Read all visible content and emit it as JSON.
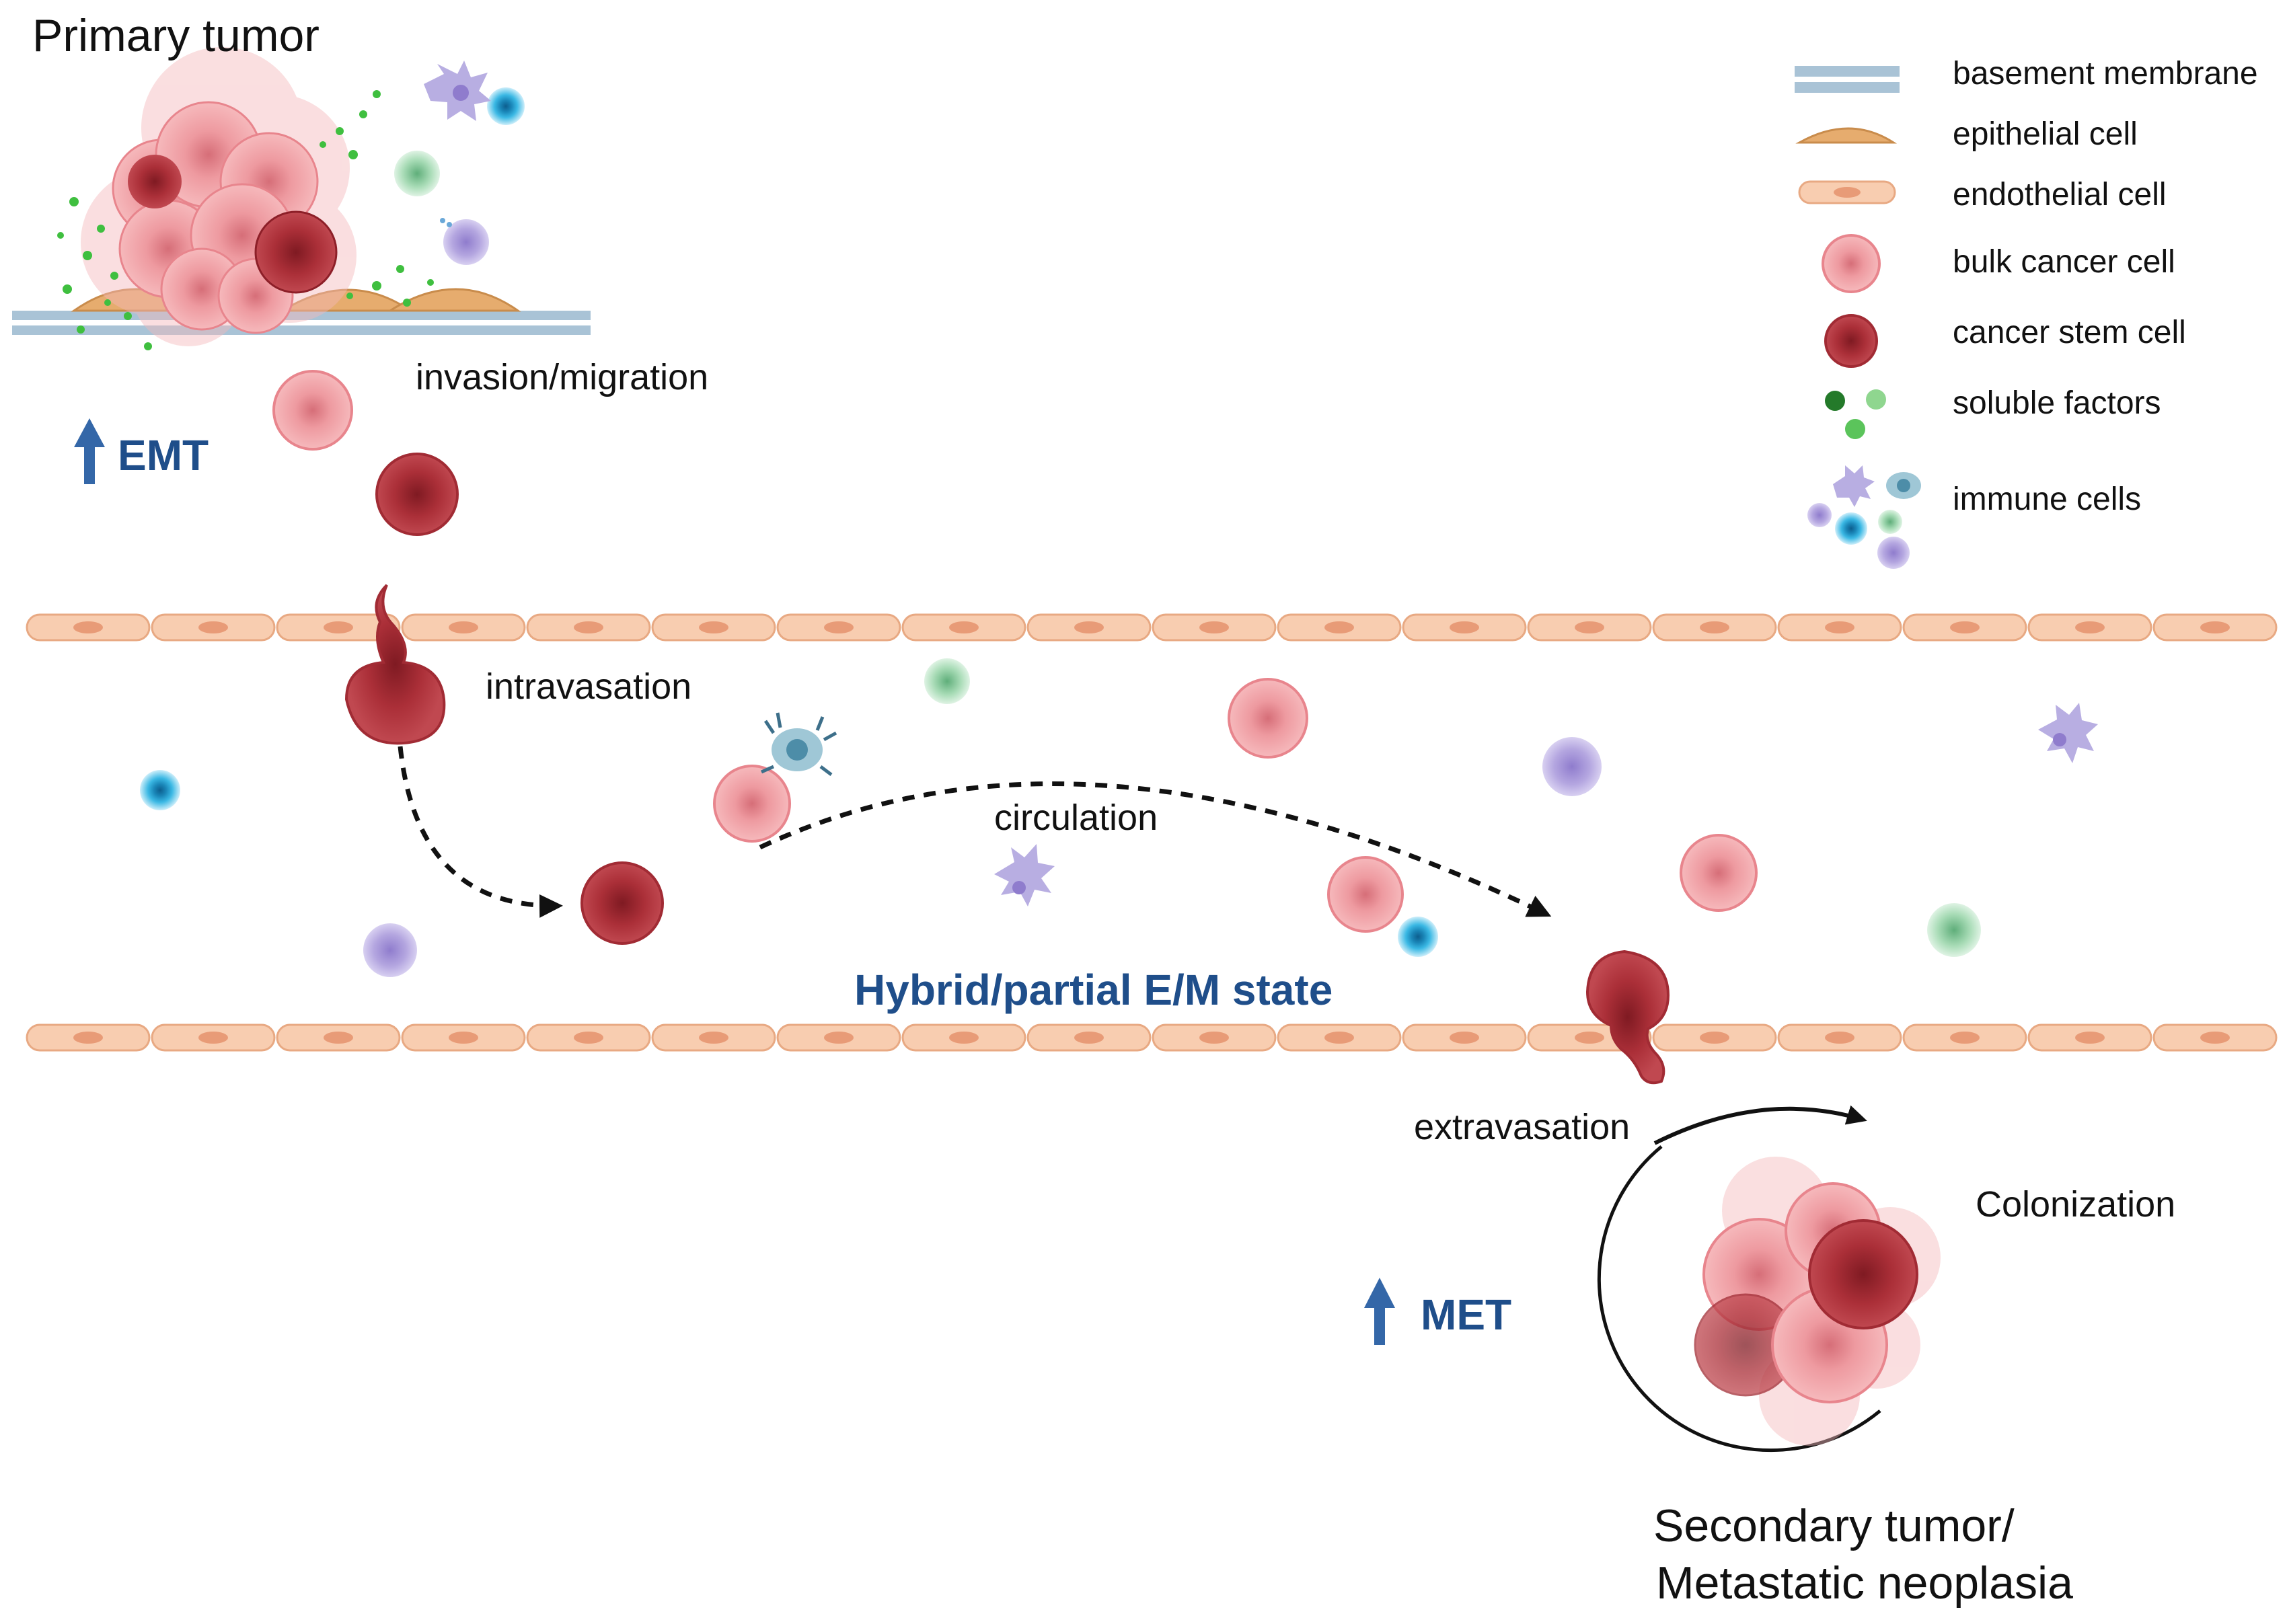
{
  "labels": {
    "primary_tumor": "Primary tumor",
    "invasion": "invasion/migration",
    "emt": "EMT",
    "intravasation": "intravasation",
    "circulation": "circulation",
    "hybrid": "Hybrid/partial E/M state",
    "extravasation": "extravasation",
    "colonization": "Colonization",
    "met": "MET",
    "secondary_line1": "Secondary tumor/",
    "secondary_line2": "Metastatic neoplasia"
  },
  "legend": [
    {
      "icon": "basement-membrane-icon",
      "label": "basement membrane"
    },
    {
      "icon": "epithelial-cell-icon",
      "label": "epithelial cell"
    },
    {
      "icon": "endothelial-cell-icon",
      "label": "endothelial cell"
    },
    {
      "icon": "bulk-cancer-cell-icon",
      "label": "bulk cancer cell"
    },
    {
      "icon": "cancer-stem-cell-icon",
      "label": "cancer stem cell"
    },
    {
      "icon": "soluble-factors-icon",
      "label": "soluble factors"
    },
    {
      "icon": "immune-cells-icon",
      "label": "immune cells"
    }
  ],
  "colors": {
    "bulk_cancer": "#f0a0a4",
    "cancer_stem": "#b2353d",
    "endothelial": "#f8cdb0",
    "epithelial": "#e6ac6e",
    "membrane": "#a9c3d6",
    "accent_blue": "#1f4e8a",
    "soluble": "#3fbf3f"
  }
}
